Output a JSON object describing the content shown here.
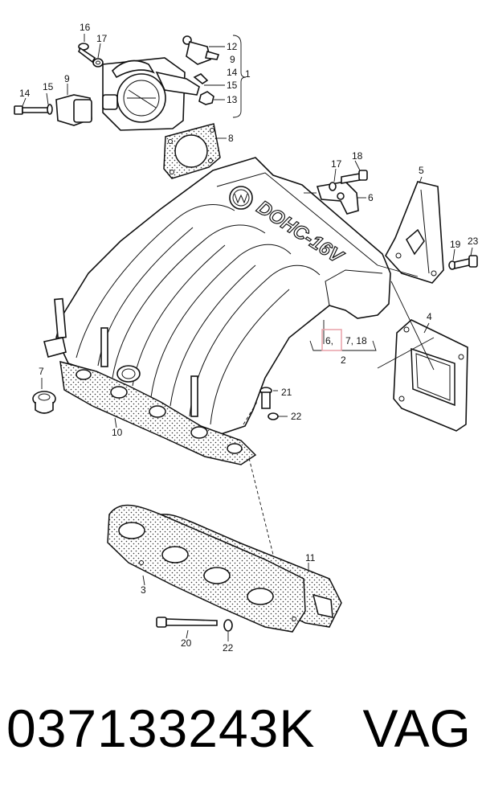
{
  "callouts": {
    "c1": "1",
    "c2": "2",
    "c3": "3",
    "c4": "4",
    "c5": "5",
    "c6": "6",
    "c7": "7",
    "c8": "8",
    "c9": "9",
    "c10": "10",
    "c11": "11",
    "c12": "12",
    "c13": "13",
    "c14": "14",
    "c15": "15",
    "c16": "16",
    "c17": "17",
    "c18": "18",
    "c19": "19",
    "c20": "20",
    "c21": "21",
    "c22": "22",
    "c23": "23",
    "group_9": "9",
    "group_14": "14",
    "group_15": "15",
    "group_2_a": "6,",
    "group_2_b": "7, 18",
    "top_17": "17",
    "top_18": "18",
    "left_14": "14",
    "left_15": "15",
    "bot_20": "20",
    "bot_22": "22"
  },
  "manifold_logo": "DOHC-16V",
  "footer": {
    "part_number": "037133243K",
    "brand": "VAG"
  },
  "colors": {
    "highlight_box": "#e8a0a8",
    "line": "#111111"
  }
}
